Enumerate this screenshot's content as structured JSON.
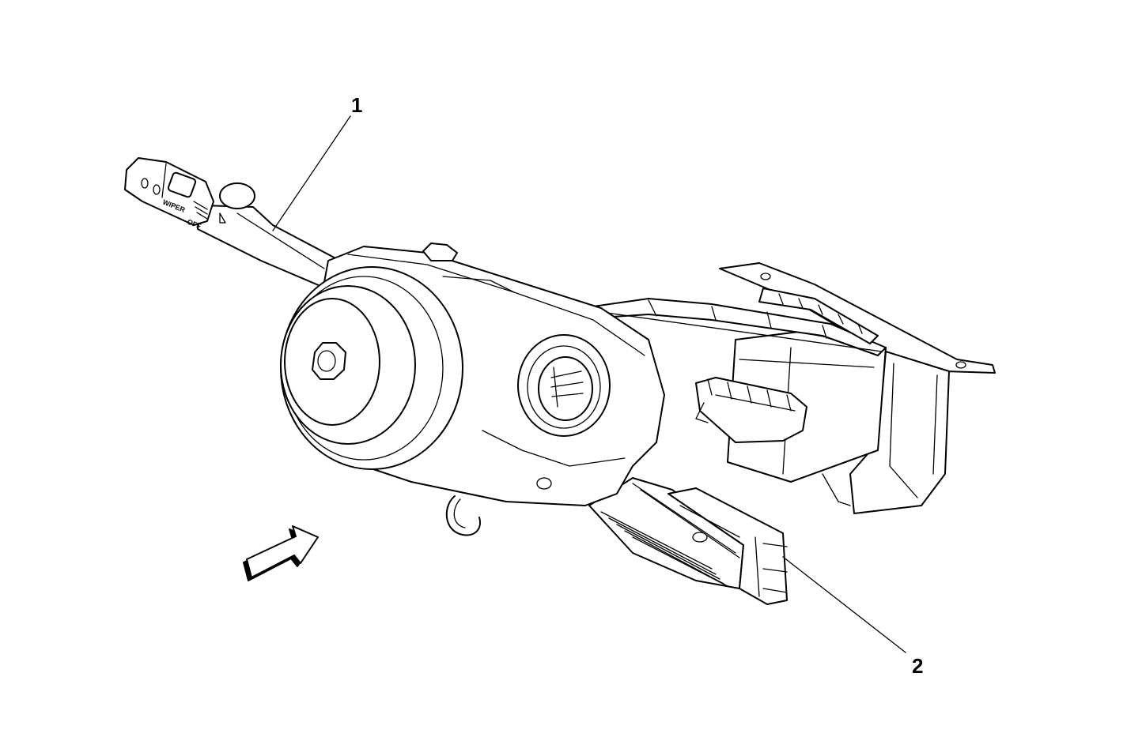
{
  "callouts": [
    {
      "id": "1",
      "label": "1"
    },
    {
      "id": "2",
      "label": "2"
    }
  ],
  "switch_labels": {
    "wiper": "WIPER",
    "off": "OFF"
  },
  "colors": {
    "line": "#000000",
    "background": "#ffffff"
  }
}
